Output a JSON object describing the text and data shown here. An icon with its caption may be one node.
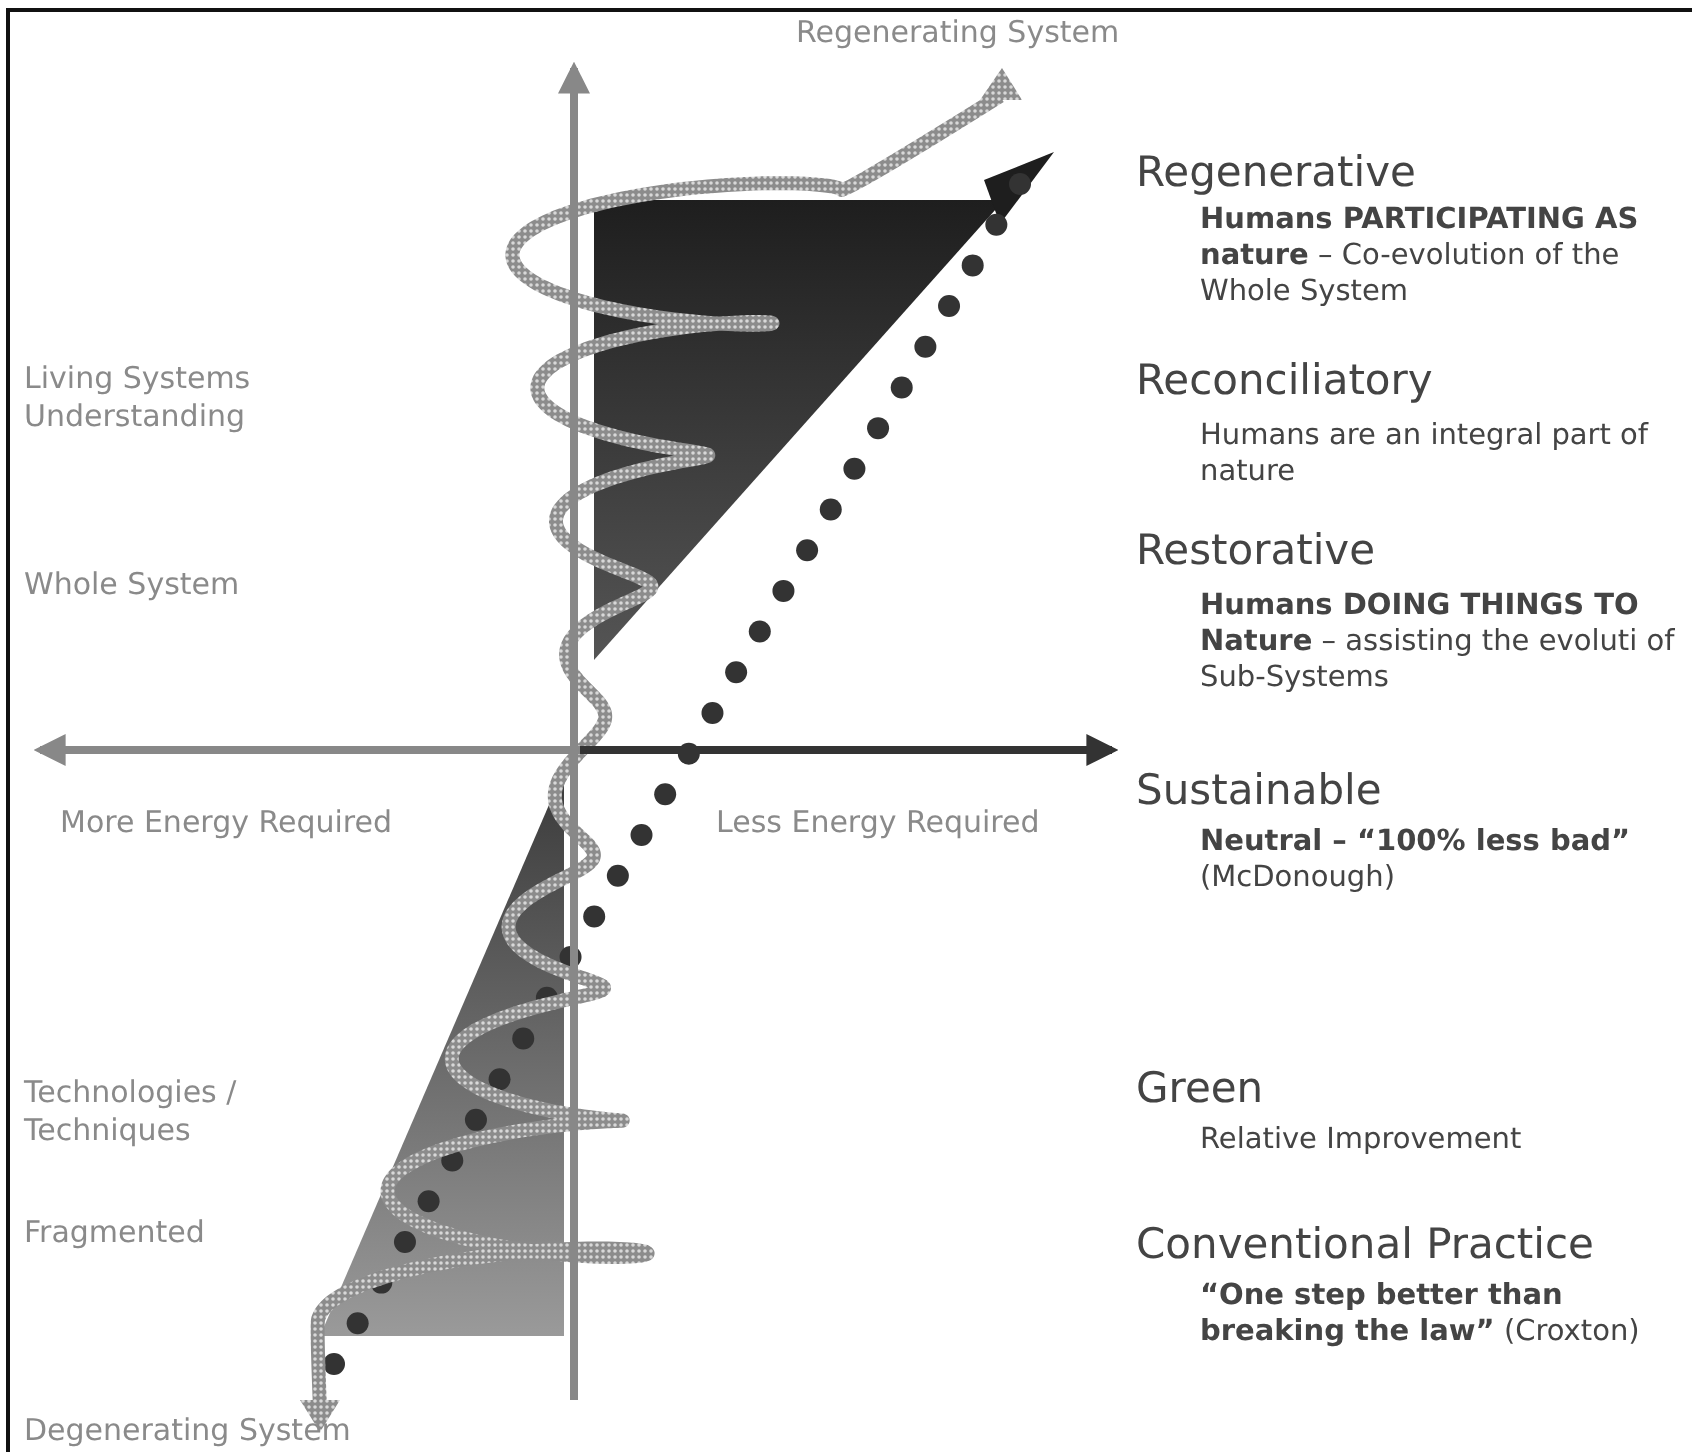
{
  "diagram": {
    "labels": [
      "Regenerating System",
      "Regenerative",
      "**Humans PARTICIPATING AS nature** – Co-evolution of the Whole System",
      "Living Systems Understanding",
      "Reconciliatory",
      "Humans are an integral part of nature",
      "Whole System",
      "Restorative",
      "**Humans DOING THINGS TO Nature** – assisting the evoluti of Sub-Systems",
      "More Energy Required",
      "Less Energy Required",
      "Sustainable",
      "**Neutral – “100% less bad”** (McDonough)",
      "Green",
      "Relative Improvement",
      "Technologies / Techniques",
      "Fragmented",
      "Conventional Practice",
      "**“One step better than breaking the law”** (Croxton)",
      "Degenerating System"
    ]
  }
}
